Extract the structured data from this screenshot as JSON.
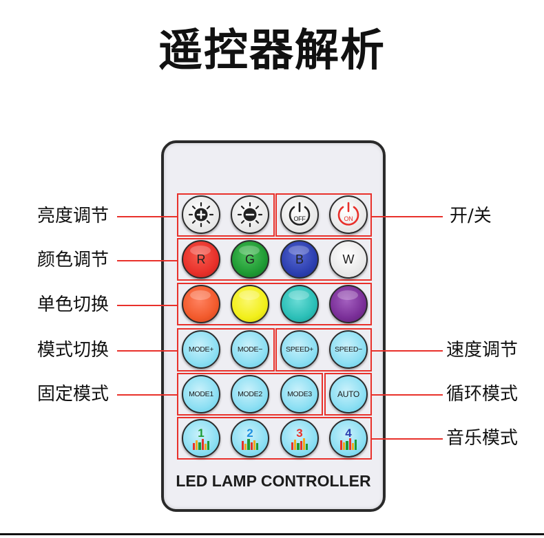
{
  "title": "遥控器解析",
  "labels": {
    "brightness": "亮度调节",
    "color_adjust": "颜色调节",
    "single_color": "单色切换",
    "mode_switch": "模式切换",
    "fixed_mode": "固定模式",
    "power": "开/关",
    "speed_adjust": "速度调节",
    "cycle_mode": "循环模式",
    "music_mode": "音乐模式"
  },
  "buttons": {
    "off": "OFF",
    "on": "ON",
    "r": "R",
    "g": "G",
    "b": "B",
    "w": "W",
    "mode_plus": "MODE+",
    "mode_minus": "MODE−",
    "speed_plus": "SPEED+",
    "speed_minus": "SPEED−",
    "mode1": "MODE1",
    "mode2": "MODE2",
    "mode3": "MODE3",
    "auto": "AUTO",
    "music1": "1",
    "music2": "2",
    "music3": "3",
    "music4": "4"
  },
  "icons": {
    "brightness_up": "sun-plus-icon",
    "brightness_down": "sun-minus-icon",
    "power_off": "power-icon",
    "power_on": "power-icon",
    "music": "equalizer-icon"
  },
  "colors": {
    "red": "#e8302a",
    "green": "#1e9a33",
    "blue": "#2c3fb0",
    "orange": "#f25a2c",
    "yellow": "#f2ef1a",
    "teal": "#2bbfb7",
    "purple": "#7a2f98"
  },
  "brand": "LED LAMP CONTROLLER"
}
